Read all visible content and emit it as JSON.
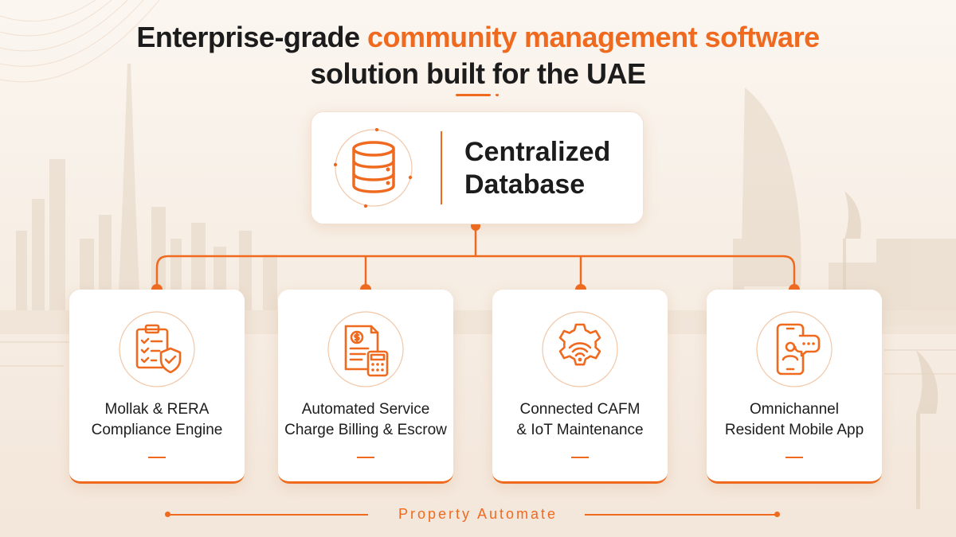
{
  "title": {
    "line1_prefix": "Enterprise-grade ",
    "line1_accent": "community management software",
    "line2": "solution built for the UAE"
  },
  "center_node": {
    "label_line1": "Centralized",
    "label_line2": "Database",
    "icon": "database-icon"
  },
  "features": [
    {
      "line1": "Mollak & RERA",
      "line2": "Compliance Engine",
      "icon": "clipboard-shield-icon"
    },
    {
      "line1": "Automated Service",
      "line2": "Charge Billing & Escrow",
      "icon": "invoice-calculator-icon"
    },
    {
      "line1": "Connected CAFM",
      "line2": "& IoT Maintenance",
      "icon": "gear-wifi-icon"
    },
    {
      "line1": "Omnichannel",
      "line2": "Resident Mobile App",
      "icon": "phone-chat-icon"
    }
  ],
  "footer": {
    "brand": "Property Automate"
  },
  "colors": {
    "accent": "#ef6a1f",
    "text": "#1c1c1c",
    "card": "#ffffff"
  }
}
